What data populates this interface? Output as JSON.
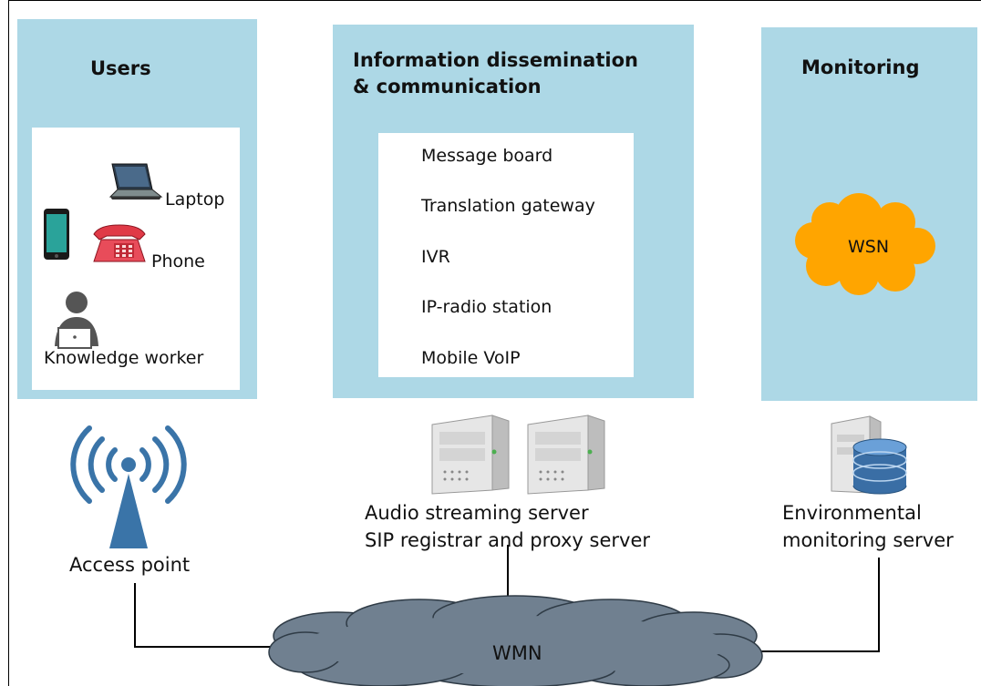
{
  "columns": {
    "users": {
      "title": "Users",
      "items": {
        "laptop": "Laptop",
        "phone": "Phone",
        "worker": "Knowledge worker"
      }
    },
    "info": {
      "title_line1": "Information dissemination",
      "title_line2": "& communication",
      "services": [
        "Message board",
        "Translation gateway",
        "IVR",
        "IP-radio station",
        "Mobile VoIP"
      ]
    },
    "monitoring": {
      "title": "Monitoring",
      "cloud_label": "WSN"
    }
  },
  "infrastructure": {
    "access_point": "Access point",
    "servers_line1": "Audio streaming server",
    "servers_line2": "SIP registrar and proxy server",
    "env_line1": "Environmental",
    "env_line2": "monitoring server",
    "network": "WMN"
  },
  "colors": {
    "panel": "#add8e6",
    "wsn_cloud": "#ffa500",
    "wmn_cloud": "#708090",
    "antenna": "#3a74a8"
  }
}
